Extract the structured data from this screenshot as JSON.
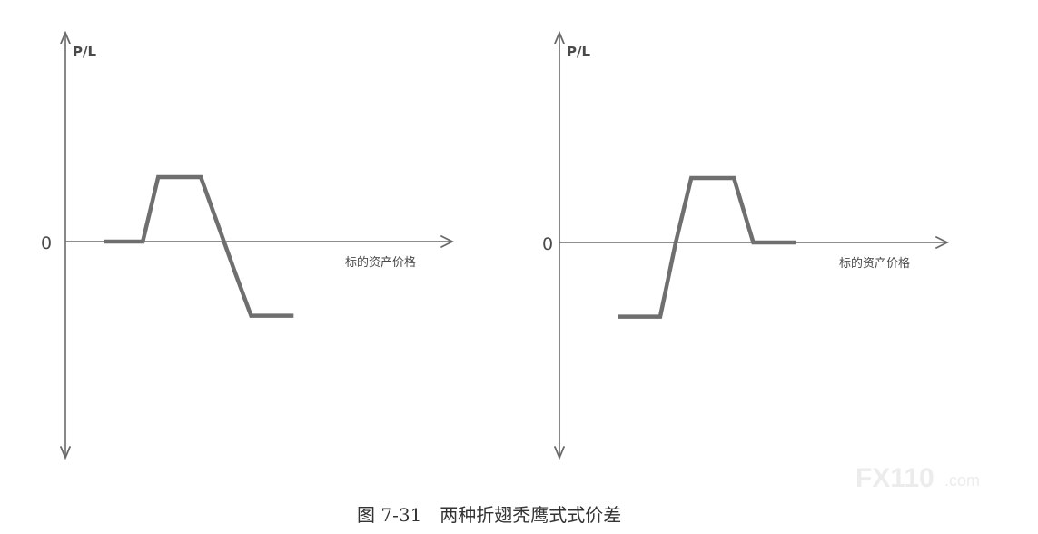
{
  "chart_data": [
    {
      "type": "line",
      "title": "",
      "ylabel": "P/L",
      "xlabel": "标的资产价格",
      "zero_label": "0",
      "ylim": [
        -3,
        3
      ],
      "xlim": [
        0,
        10
      ],
      "grid": false,
      "series": [
        {
          "x": [
            1.0,
            2.0,
            2.4,
            3.5,
            4.4,
            4.8,
            5.9
          ],
          "y": [
            0,
            0,
            1,
            1,
            -0.5,
            -1.15,
            -1.15
          ]
        }
      ]
    },
    {
      "type": "line",
      "title": "",
      "ylabel": "P/L",
      "xlabel": "标的资产价格",
      "zero_label": "0",
      "ylim": [
        -3,
        3
      ],
      "xlim": [
        0,
        10
      ],
      "grid": false,
      "series": [
        {
          "x": [
            1.5,
            2.6,
            3.0,
            3.4,
            4.5,
            5.0,
            6.1
          ],
          "y": [
            -1.15,
            -1.15,
            0,
            1,
            1,
            0,
            0
          ]
        }
      ]
    }
  ],
  "caption": "图 7-31　两种折翅秃鹰式式价差",
  "watermark": {
    "brand": "FX110",
    "suffix": ".com"
  }
}
